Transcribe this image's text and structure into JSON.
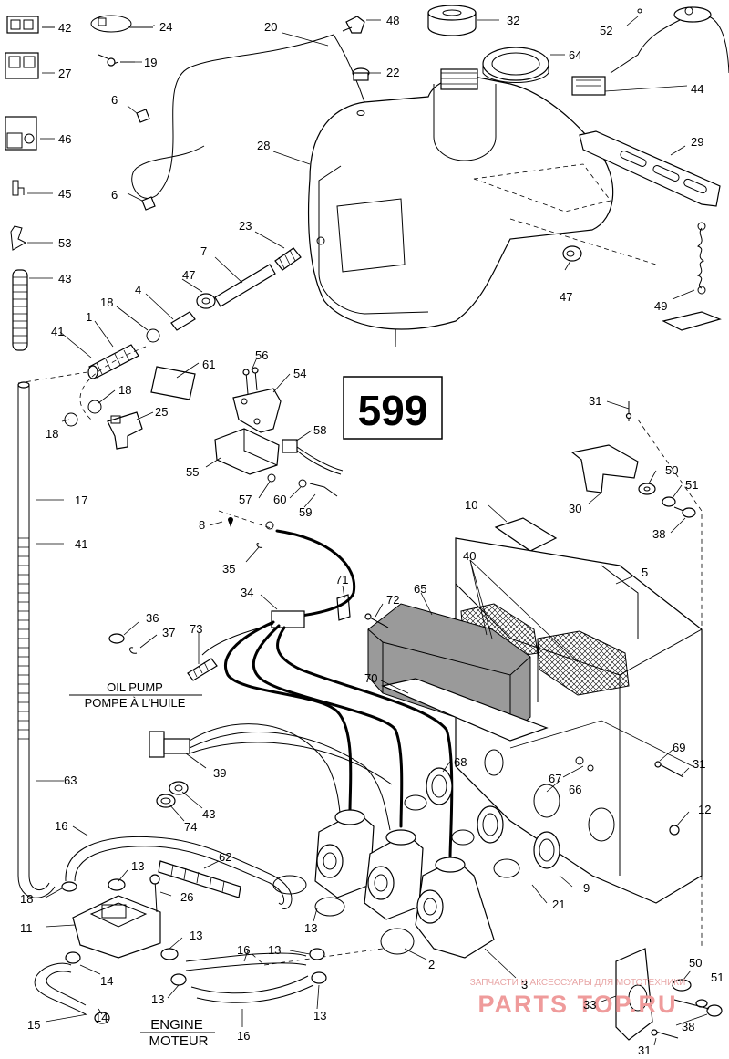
{
  "diagram": {
    "page_number": "599",
    "labels": {
      "oil_pump_en": "OIL PUMP",
      "oil_pump_fr": "POMPE À L'HUILE",
      "engine_en": "ENGINE",
      "engine_fr": "MOTEUR"
    },
    "watermark": {
      "line1": "ЗАПЧАСТИ И АКСЕССУАРЫ ДЛЯ МОТОТЕХНИКИ",
      "line2": "PARTS TOP.RU"
    },
    "callouts": [
      {
        "id": "c42",
        "num": "42"
      },
      {
        "id": "c27",
        "num": "27"
      },
      {
        "id": "c46",
        "num": "46"
      },
      {
        "id": "c45",
        "num": "45"
      },
      {
        "id": "c53",
        "num": "53"
      },
      {
        "id": "c43a",
        "num": "43"
      },
      {
        "id": "c24",
        "num": "24"
      },
      {
        "id": "c19",
        "num": "19"
      },
      {
        "id": "c20",
        "num": "20"
      },
      {
        "id": "c48",
        "num": "48"
      },
      {
        "id": "c22",
        "num": "22"
      },
      {
        "id": "c32",
        "num": "32"
      },
      {
        "id": "c64",
        "num": "64"
      },
      {
        "id": "c52",
        "num": "52"
      },
      {
        "id": "c44",
        "num": "44"
      },
      {
        "id": "c6a",
        "num": "6"
      },
      {
        "id": "c6b",
        "num": "6"
      },
      {
        "id": "c28",
        "num": "28"
      },
      {
        "id": "c29",
        "num": "29"
      },
      {
        "id": "c23",
        "num": "23"
      },
      {
        "id": "c7",
        "num": "7"
      },
      {
        "id": "c47a",
        "num": "47"
      },
      {
        "id": "c47b",
        "num": "47"
      },
      {
        "id": "c49",
        "num": "49"
      },
      {
        "id": "c4",
        "num": "4"
      },
      {
        "id": "c18a",
        "num": "18"
      },
      {
        "id": "c1",
        "num": "1"
      },
      {
        "id": "c41a",
        "num": "41"
      },
      {
        "id": "c61",
        "num": "61"
      },
      {
        "id": "c56",
        "num": "56"
      },
      {
        "id": "c54",
        "num": "54"
      },
      {
        "id": "c18b",
        "num": "18"
      },
      {
        "id": "c18c",
        "num": "18"
      },
      {
        "id": "c25",
        "num": "25"
      },
      {
        "id": "c31a",
        "num": "31"
      },
      {
        "id": "c58",
        "num": "58"
      },
      {
        "id": "c55",
        "num": "55"
      },
      {
        "id": "c57",
        "num": "57"
      },
      {
        "id": "c60",
        "num": "60"
      },
      {
        "id": "c59",
        "num": "59"
      },
      {
        "id": "c50a",
        "num": "50"
      },
      {
        "id": "c51a",
        "num": "51"
      },
      {
        "id": "c30",
        "num": "30"
      },
      {
        "id": "c38a",
        "num": "38"
      },
      {
        "id": "c17",
        "num": "17"
      },
      {
        "id": "c41b",
        "num": "41"
      },
      {
        "id": "c8",
        "num": "8"
      },
      {
        "id": "c10",
        "num": "10"
      },
      {
        "id": "c35",
        "num": "35"
      },
      {
        "id": "c40",
        "num": "40"
      },
      {
        "id": "c5",
        "num": "5"
      },
      {
        "id": "c34",
        "num": "34"
      },
      {
        "id": "c71",
        "num": "71"
      },
      {
        "id": "c72",
        "num": "72"
      },
      {
        "id": "c65",
        "num": "65"
      },
      {
        "id": "c36",
        "num": "36"
      },
      {
        "id": "c37",
        "num": "37"
      },
      {
        "id": "c73",
        "num": "73"
      },
      {
        "id": "c70",
        "num": "70"
      },
      {
        "id": "c39",
        "num": "39"
      },
      {
        "id": "c68",
        "num": "68"
      },
      {
        "id": "c69",
        "num": "69"
      },
      {
        "id": "c31b",
        "num": "31"
      },
      {
        "id": "c66",
        "num": "66"
      },
      {
        "id": "c67",
        "num": "67"
      },
      {
        "id": "c63",
        "num": "63"
      },
      {
        "id": "c43b",
        "num": "43"
      },
      {
        "id": "c74",
        "num": "74"
      },
      {
        "id": "c12",
        "num": "12"
      },
      {
        "id": "c16a",
        "num": "16"
      },
      {
        "id": "c62",
        "num": "62"
      },
      {
        "id": "c13a",
        "num": "13"
      },
      {
        "id": "c18d",
        "num": "18"
      },
      {
        "id": "c26",
        "num": "26"
      },
      {
        "id": "c11",
        "num": "11"
      },
      {
        "id": "c13b",
        "num": "13"
      },
      {
        "id": "c9",
        "num": "9"
      },
      {
        "id": "c21",
        "num": "21"
      },
      {
        "id": "c13c",
        "num": "13"
      },
      {
        "id": "c16b",
        "num": "16"
      },
      {
        "id": "c13d",
        "num": "13"
      },
      {
        "id": "c2",
        "num": "2"
      },
      {
        "id": "c14a",
        "num": "14"
      },
      {
        "id": "c13e",
        "num": "13"
      },
      {
        "id": "c13f",
        "num": "13"
      },
      {
        "id": "c3",
        "num": "3"
      },
      {
        "id": "c50b",
        "num": "50"
      },
      {
        "id": "c51b",
        "num": "51"
      },
      {
        "id": "c15",
        "num": "15"
      },
      {
        "id": "c14b",
        "num": "14"
      },
      {
        "id": "c16c",
        "num": "16"
      },
      {
        "id": "c33",
        "num": "33"
      },
      {
        "id": "c38b",
        "num": "38"
      },
      {
        "id": "c31c",
        "num": "31"
      }
    ]
  }
}
